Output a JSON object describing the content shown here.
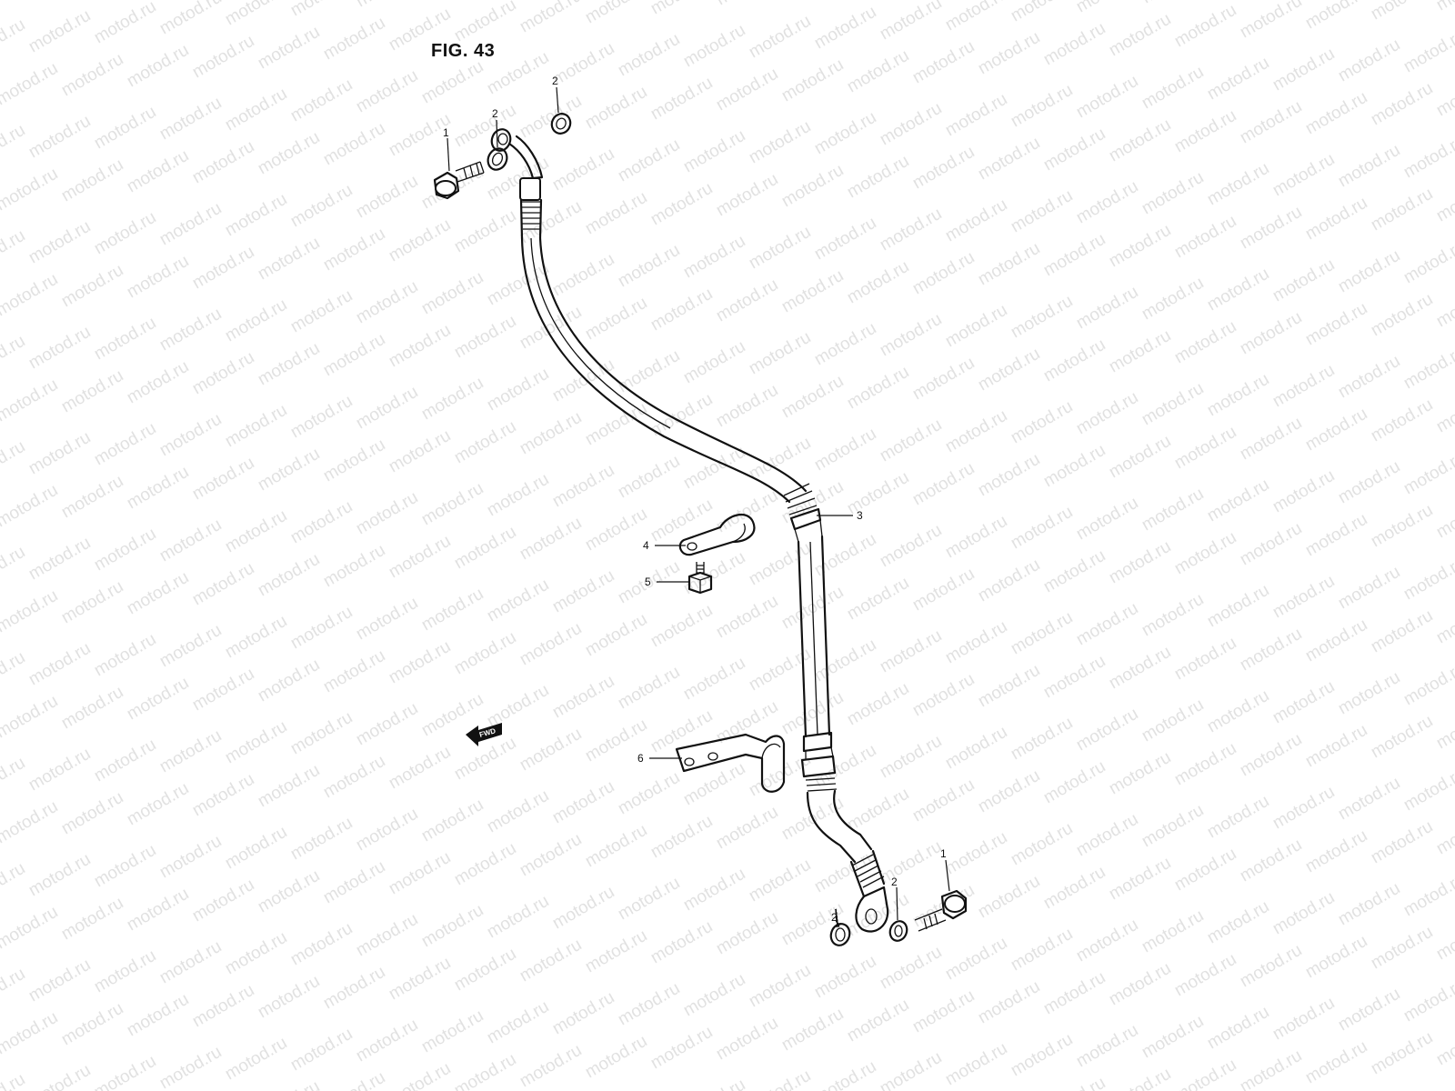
{
  "figure": {
    "title": "FIG. 43"
  },
  "callouts": [
    {
      "id": "bolt-top",
      "label": "1"
    },
    {
      "id": "washer-top-a",
      "label": "2"
    },
    {
      "id": "washer-top-b",
      "label": "2"
    },
    {
      "id": "hose",
      "label": "3"
    },
    {
      "id": "clamp",
      "label": "4"
    },
    {
      "id": "screw",
      "label": "5"
    },
    {
      "id": "bracket",
      "label": "6"
    },
    {
      "id": "bolt-bottom",
      "label": "1"
    },
    {
      "id": "washer-bottom-a",
      "label": "2"
    },
    {
      "id": "washer-bottom-b",
      "label": "2"
    }
  ],
  "direction_arrow": {
    "label": "FWD",
    "icon": "forward-arrow-icon"
  },
  "watermark": {
    "text": "motod.ru",
    "color": "#c8c8c8"
  }
}
